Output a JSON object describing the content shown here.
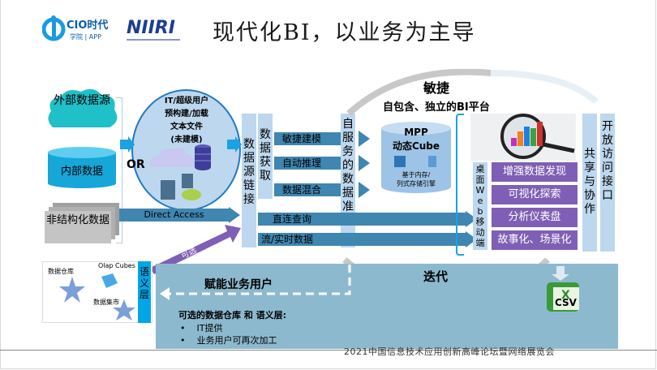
{
  "header": {
    "title": "现代化BI，以业务为主导",
    "logo_cio_main": "CIO时代",
    "logo_cio_sub": "学院 | APP",
    "logo_niiri": "NIIRI"
  },
  "sources": {
    "external": "外部数据源",
    "internal": "内部数据",
    "unstructured": "非结构化数据"
  },
  "oval": {
    "lines": [
      "IT/超级用户",
      "预构建/加载",
      "文本文件",
      "(未建模)"
    ],
    "or_label": "OR"
  },
  "direct_access": "Direct Access",
  "optional_label": "可选",
  "columns": {
    "link": "数据源链接",
    "acquire": "数据获取",
    "self_service": "自服务的数据准备"
  },
  "bars": [
    "敏捷建模",
    "自动推理",
    "数据混合",
    "直连查询",
    "流/实时数据"
  ],
  "agile": {
    "title": "敏捷",
    "subtitle": "自包含、独立的BI平台"
  },
  "cube": {
    "title": "MPP",
    "subtitle": "动态Cube",
    "note_line1": "基于内存/",
    "note_line2": "列式存储引擎"
  },
  "channels": "桌面 Web 移动端",
  "features": [
    "增强数据发现",
    "可视化探索",
    "分析仪表盘",
    "故事化、场景化"
  ],
  "right_columns": {
    "share": "共享与协作",
    "open": "开放访问接口"
  },
  "bottom": {
    "iterate": "迭代",
    "empower": "赋能业务用户",
    "optional_title": "可选的数据仓库 和 语义层:",
    "bullets": [
      "IT提供",
      "业务用户可再次加工"
    ],
    "csv": "CSV",
    "semantic_layer": "语义层",
    "warehouse": "数据仓库",
    "olap": "Olap Cubes",
    "datamart": "数据集市"
  },
  "footer": "2021中国信息技术应用创新高峰论坛暨网络展览会",
  "colors": {
    "bar_blue": "#3f86b0",
    "light_blue": "#bdd7ee",
    "purple": "#7f5fb5",
    "band": "#8db9cf",
    "cyan": "#00a6e6",
    "teal_cloud": "#20c0c8"
  }
}
